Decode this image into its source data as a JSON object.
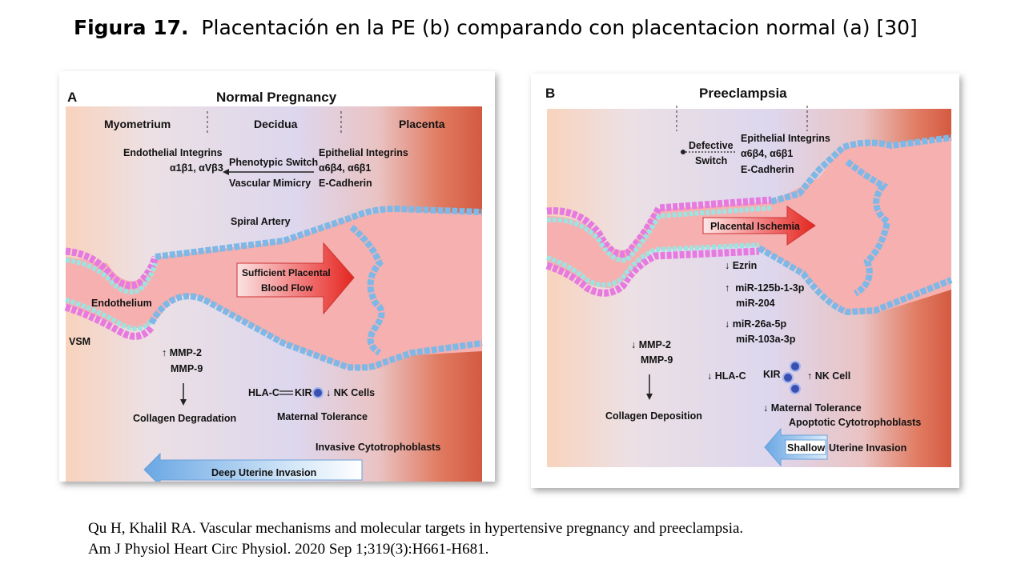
{
  "slide": {
    "title_bold": "Figura 17.",
    "title_rest": "  Placentación en la PE (b) comparando con placentacion normal (a) [30]"
  },
  "panelA": {
    "letter": "A",
    "heading": "Normal Pregnancy",
    "zones": [
      "Myometrium",
      "Decidua",
      "Placenta"
    ],
    "endothelial_integrins": [
      "Endothelial Integrins",
      "α1β1, αVβ3"
    ],
    "switch": [
      "Phenotypic Switch",
      "Vascular Mimicry"
    ],
    "epithelial_integrins": [
      "Epithelial Integrins",
      "α6β4, α6β1",
      "E-Cadherin"
    ],
    "spiral_artery": "Spiral Artery",
    "arrow_text": [
      "Sufficient Placental",
      "Blood Flow"
    ],
    "endothelium": "Endothelium",
    "vsm": "VSM",
    "mmp": [
      "↑ MMP-2",
      "MMP-9"
    ],
    "collagen": "Collagen Degradation",
    "hla": "HLA-C",
    "kir": "KIR",
    "nk": "↓ NK Cells",
    "tolerance": "Maternal Tolerance",
    "invasive": "Invasive Cytotrophoblasts",
    "invasion": "Deep Uterine Invasion"
  },
  "panelB": {
    "letter": "B",
    "heading": "Preeclampsia",
    "defective": [
      "Defective",
      "Switch"
    ],
    "epithelial_integrins": [
      "Epithelial Integrins",
      "α6β4, α6β1",
      "E-Cadherin"
    ],
    "ischemia": "Placental Ischemia",
    "ezrin": "↓ Ezrin",
    "mirs": [
      "↑  miR-125b-1-3p",
      "miR-204",
      "↓ miR-26a-5p",
      "miR-103a-3p"
    ],
    "mmp": [
      "↓ MMP-2",
      "MMP-9"
    ],
    "collagen": "Collagen Deposition",
    "hla": "↓ HLA-C",
    "kir": "KIR",
    "nk": "↑ NK Cell",
    "tolerance": "↓ Maternal Tolerance",
    "apoptotic": "Apoptotic Cytotrophoblasts",
    "shallow": "Shallow",
    "invasion": "Uterine Invasion"
  },
  "reference": {
    "line1": "Qu H, Khalil RA. Vascular mechanisms and molecular targets in hypertensive pregnancy and preeclampsia.",
    "line2": "Am J Physiol Heart Circ Physiol. 2020 Sep 1;319(3):H661-H681."
  },
  "colors": {
    "myometrium": "#f8d7c2",
    "decidua": "#ddd6ee",
    "placenta": "#d9654a",
    "vessel_lumen": "#f7b3b3",
    "trophoblast": "#8ec3ea",
    "endothelium": "#9ce6e3",
    "smooth_muscle": "#e67ae0",
    "arrow_red": "#e8382e",
    "invasion_blue": "#7cb4e8"
  }
}
